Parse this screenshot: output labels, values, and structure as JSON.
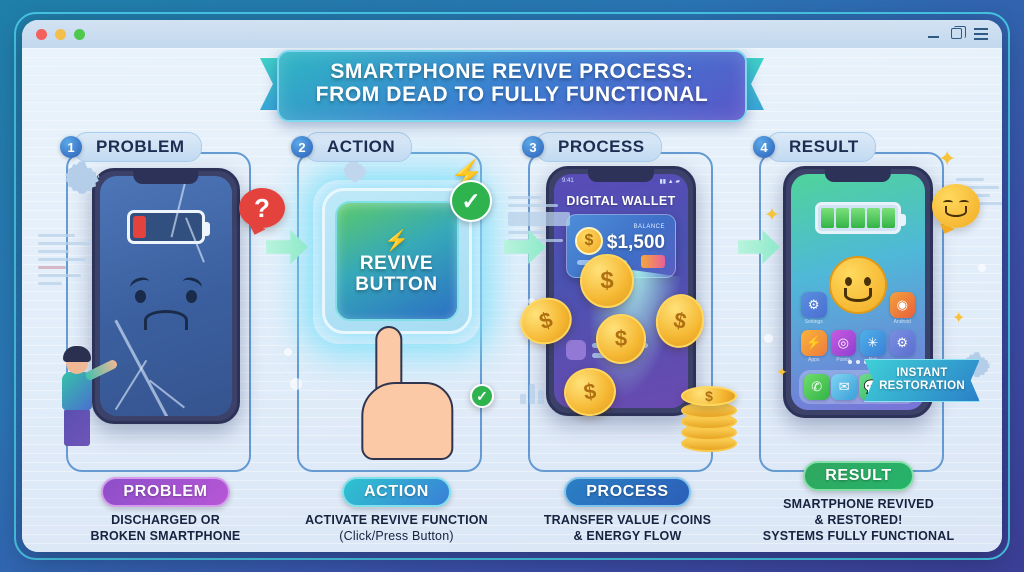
{
  "window": {
    "traffic_lights": [
      "close",
      "minimize",
      "zoom"
    ],
    "controls": [
      "minimize-icon",
      "maximize-icon",
      "menu-icon"
    ]
  },
  "banner": {
    "line1": "SMARTPHONE REVIVE PROCESS:",
    "line2": "FROM DEAD TO FULLY FUNCTIONAL"
  },
  "steps": [
    {
      "number": "1",
      "header": "PROBLEM",
      "pill": "PROBLEM",
      "caption_line1": "DISCHARGED OR",
      "caption_line2": "BROKEN SMARTPHONE",
      "caption_line3": "",
      "pill_color": "#a34fd0",
      "art": {
        "battery_state": "low",
        "face": "sad-face",
        "bubble": "?",
        "screen": "cracked"
      }
    },
    {
      "number": "2",
      "header": "ACTION",
      "pill": "ACTION",
      "caption_line1": "ACTIVATE REVIVE FUNCTION",
      "caption_line2": "(Click/Press Button)",
      "caption_line3": "",
      "pill_color": "#3a7fd8",
      "art": {
        "button_line1": "REVIVE",
        "button_line2": "BUTTON",
        "check": "✓",
        "bolt": "⚡"
      }
    },
    {
      "number": "3",
      "header": "PROCESS",
      "pill": "PROCESS",
      "caption_line1": "TRANSFER VALUE / COINS",
      "caption_line2": "& ENERGY FLOW",
      "caption_line3": "",
      "pill_color": "#2c5fb8",
      "art": {
        "wallet_title": "DIGITAL WALLET",
        "balance_label": "BALANCE",
        "balance_value": "$1,500",
        "status_time": "9:41",
        "coin_symbol": "$"
      }
    },
    {
      "number": "4",
      "header": "RESULT",
      "pill": "RESULT",
      "caption_line1": "SMARTPHONE REVIVED",
      "caption_line2": "& RESTORED!",
      "caption_line3": "SYSTEMS FULLY FUNCTIONAL",
      "pill_color": "#26b36b",
      "art": {
        "battery_state": "full",
        "face": "smiley-face",
        "ribbon_line1": "INSTANT",
        "ribbon_line2": "RESTORATION",
        "app_labels": [
          "Settings",
          "Android",
          "Apps",
          "Points",
          "Net",
          ""
        ]
      }
    }
  ],
  "colors": {
    "background_top": "#1f7fa8",
    "background_bottom": "#3b3f96",
    "canvas": "#e3eefa",
    "accent_cyan": "#49c8e8",
    "arrow": "#8fe9c9"
  }
}
